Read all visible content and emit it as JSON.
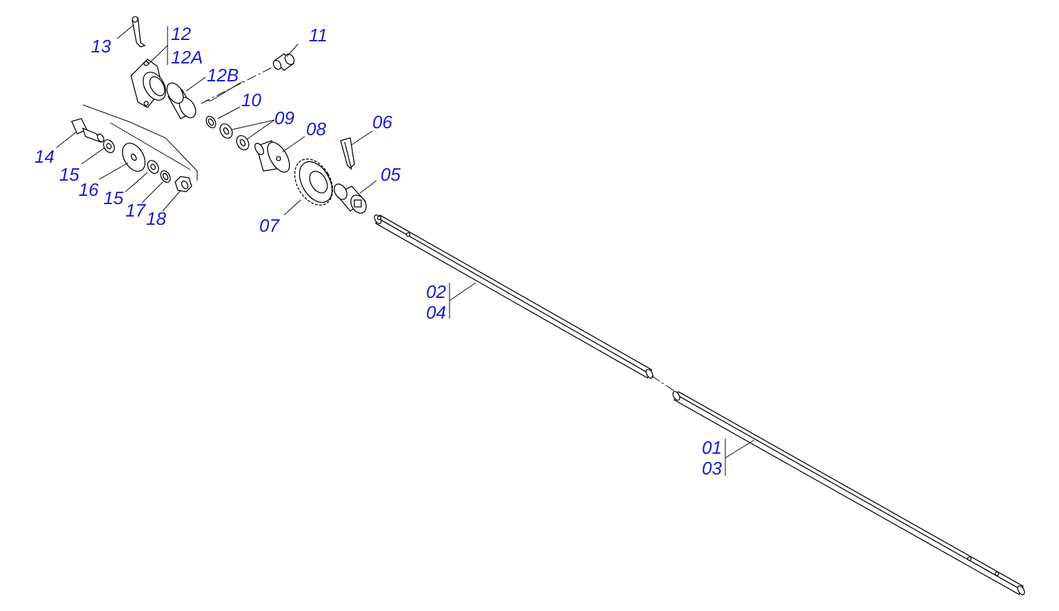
{
  "callouts": {
    "c13": "13",
    "c12": "12",
    "c12a": "12A",
    "c11": "11",
    "c12b": "12B",
    "c10": "10",
    "c09": "09",
    "c08": "08",
    "c06": "06",
    "c05": "05",
    "c07": "07",
    "c14": "14",
    "c15a": "15",
    "c16": "16",
    "c15b": "15",
    "c17": "17",
    "c18": "18",
    "c02": "02",
    "c04": "04",
    "c01": "01",
    "c03": "03"
  },
  "colors": {
    "callout_text": "#1a1ad6",
    "line_art": "#000000",
    "background": "#ffffff"
  }
}
